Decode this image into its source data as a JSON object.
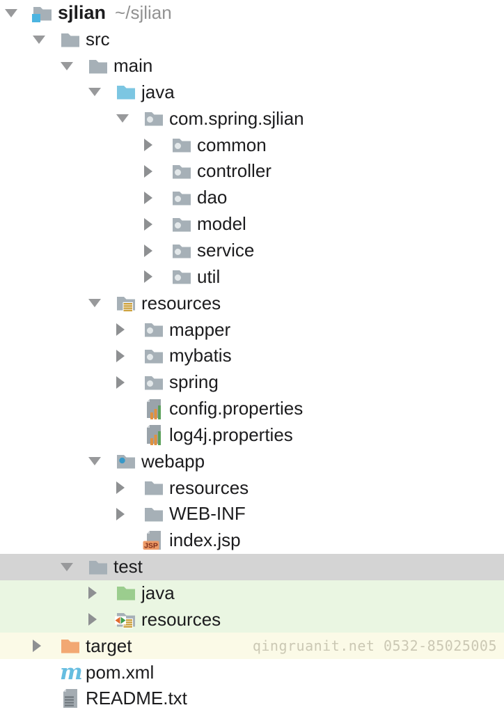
{
  "colors": {
    "selection_bg": "#d4d4d4",
    "test_scope_bg": "#eaf6e2",
    "excluded_bg": "#fbfae7",
    "folder_gray": "#a6b0b7",
    "source_root_blue": "#7cc6e2",
    "test_root_green": "#9bcd8e",
    "excluded_orange": "#f2a873",
    "maven_blue": "#66bde0",
    "resources_amber": "#c99a2e",
    "watermark_color": "#cbc8b4"
  },
  "watermark": "qingruanit.net 0532-85025005",
  "tree": {
    "rows": [
      {
        "label": "sjlian",
        "suffix": "~/sjlian",
        "bold": true,
        "level": 0,
        "expander": "expanded",
        "icon": "project-folder",
        "bg": "none"
      },
      {
        "label": "src",
        "level": 1,
        "expander": "expanded",
        "icon": "folder",
        "bg": "none"
      },
      {
        "label": "main",
        "level": 2,
        "expander": "expanded",
        "icon": "folder",
        "bg": "none"
      },
      {
        "label": "java",
        "level": 3,
        "expander": "expanded",
        "icon": "source-folder",
        "bg": "none"
      },
      {
        "label": "com.spring.sjlian",
        "level": 4,
        "expander": "expanded",
        "icon": "package",
        "bg": "none"
      },
      {
        "label": "common",
        "level": 5,
        "expander": "collapsed",
        "icon": "package",
        "bg": "none"
      },
      {
        "label": "controller",
        "level": 5,
        "expander": "collapsed",
        "icon": "package",
        "bg": "none"
      },
      {
        "label": "dao",
        "level": 5,
        "expander": "collapsed",
        "icon": "package",
        "bg": "none"
      },
      {
        "label": "model",
        "level": 5,
        "expander": "collapsed",
        "icon": "package",
        "bg": "none"
      },
      {
        "label": "service",
        "level": 5,
        "expander": "collapsed",
        "icon": "package",
        "bg": "none"
      },
      {
        "label": "util",
        "level": 5,
        "expander": "collapsed",
        "icon": "package",
        "bg": "none"
      },
      {
        "label": "resources",
        "level": 3,
        "expander": "expanded",
        "icon": "resources-folder",
        "bg": "none"
      },
      {
        "label": "mapper",
        "level": 4,
        "expander": "collapsed",
        "icon": "package",
        "bg": "none"
      },
      {
        "label": "mybatis",
        "level": 4,
        "expander": "collapsed",
        "icon": "package",
        "bg": "none"
      },
      {
        "label": "spring",
        "level": 4,
        "expander": "collapsed",
        "icon": "package",
        "bg": "none"
      },
      {
        "label": "config.properties",
        "level": 4,
        "expander": "none",
        "icon": "properties-file",
        "bg": "none"
      },
      {
        "label": "log4j.properties",
        "level": 4,
        "expander": "none",
        "icon": "properties-file",
        "bg": "none"
      },
      {
        "label": "webapp",
        "level": 3,
        "expander": "expanded",
        "icon": "web-folder",
        "bg": "none"
      },
      {
        "label": "resources",
        "level": 4,
        "expander": "collapsed",
        "icon": "folder",
        "bg": "none"
      },
      {
        "label": "WEB-INF",
        "level": 4,
        "expander": "collapsed",
        "icon": "folder",
        "bg": "none"
      },
      {
        "label": "index.jsp",
        "level": 4,
        "expander": "none",
        "icon": "jsp-file",
        "bg": "none"
      },
      {
        "label": "test",
        "level": 2,
        "expander": "expanded",
        "icon": "folder",
        "bg": "selected"
      },
      {
        "label": "java",
        "level": 3,
        "expander": "collapsed",
        "icon": "test-source-folder",
        "bg": "green"
      },
      {
        "label": "resources",
        "level": 3,
        "expander": "collapsed",
        "icon": "test-resources-folder",
        "bg": "green"
      },
      {
        "label": "target",
        "level": 1,
        "expander": "collapsed",
        "icon": "excluded-folder",
        "bg": "yellow",
        "watermark": "qingruanit.net 0532-85025005"
      },
      {
        "label": "pom.xml",
        "level": 1,
        "expander": "none",
        "icon": "maven-file",
        "bg": "none"
      },
      {
        "label": "README.txt",
        "level": 1,
        "expander": "none",
        "icon": "text-file",
        "bg": "none"
      }
    ]
  }
}
